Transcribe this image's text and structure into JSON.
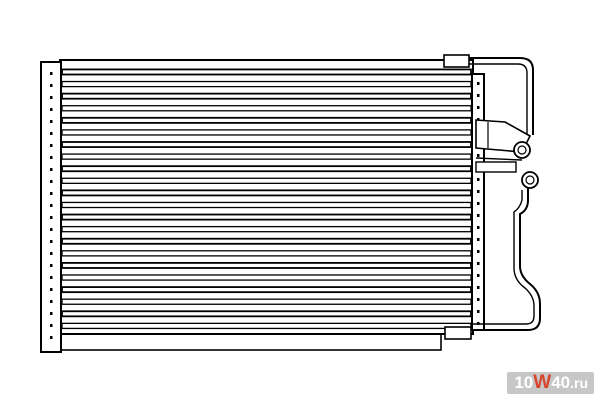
{
  "diagram": {
    "subject": "condenser-radiator-line-drawing",
    "tube_count": 22,
    "colors": {
      "stroke": "#000000",
      "fill": "#ffffff"
    }
  },
  "watermark": {
    "part1": "10",
    "part2": "W",
    "part3": "40",
    "part4": ".ru",
    "colors": {
      "background": "#c7c7c7",
      "text": "#ffffff",
      "accent": "#d8432e"
    }
  }
}
